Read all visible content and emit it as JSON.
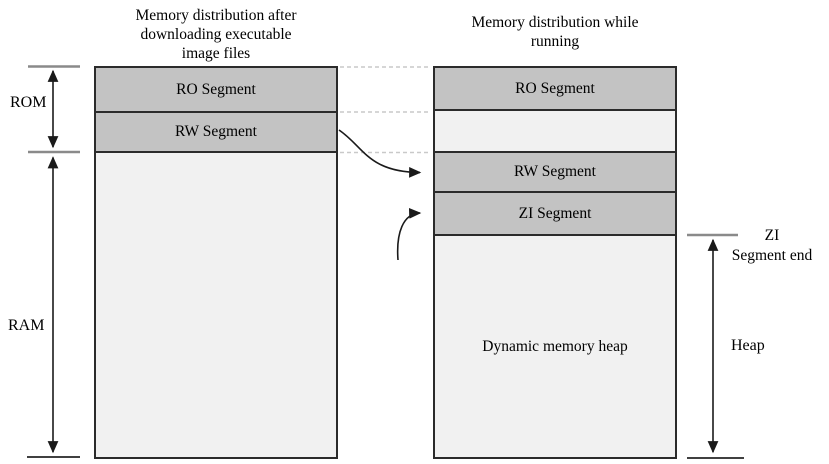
{
  "diagram": {
    "left": {
      "title_lines": [
        "Memory distribution after",
        "downloading executable",
        "image files"
      ],
      "segments": {
        "ro": "RO Segment",
        "rw": "RW Segment"
      }
    },
    "right": {
      "title_lines": [
        "Memory distribution while",
        "running"
      ],
      "segments": {
        "ro": "RO Segment",
        "rw": "RW Segment",
        "zi": "ZI Segment",
        "heap": "Dynamic memory heap"
      }
    },
    "markers": {
      "rom": "ROM",
      "ram": "RAM",
      "zi_end_lines": [
        "ZI",
        "Segment end"
      ],
      "heap": "Heap"
    }
  },
  "colors": {
    "segment_dark": "#c3c3c3",
    "segment_light": "#f1f1f1",
    "border": "#2b2b2b",
    "dashed_line": "#c9c9c9",
    "tick_gray": "#8a8a8a",
    "arrow": "#1a1a1a",
    "background": "#ffffff"
  }
}
